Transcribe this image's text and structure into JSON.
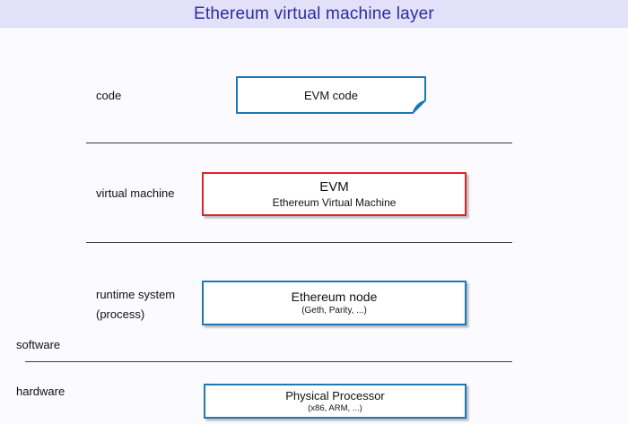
{
  "header": {
    "title": "Ethereum virtual machine layer"
  },
  "colors": {
    "accent_blue": "#1f77b4",
    "accent_red": "#e02423",
    "header_bg": "#e3e0fa",
    "header_text": "#2d2d9f",
    "page_bg": "#fafaff",
    "line": "#3c3c3c"
  },
  "layers": [
    {
      "name": "code",
      "label_lines": [
        "code"
      ],
      "box": {
        "shape": "note",
        "title": "EVM code",
        "subtitle": ""
      }
    },
    {
      "name": "virtual machine",
      "label_lines": [
        "virtual machine"
      ],
      "box": {
        "shape": "rect-red",
        "title": "EVM",
        "subtitle": "Ethereum Virtual Machine"
      }
    },
    {
      "name": "runtime system",
      "label_lines": [
        "runtime system",
        "(process)"
      ],
      "box": {
        "shape": "rect-blue",
        "title": "Ethereum node",
        "subtitle": "(Geth, Parity, ...)"
      }
    },
    {
      "name": "hardware",
      "label_lines": [],
      "box": {
        "shape": "rect-blue",
        "title": "Physical Processor",
        "subtitle": "(x86, ARM, ...)"
      }
    }
  ],
  "strata": {
    "software": "software",
    "hardware": "hardware"
  }
}
